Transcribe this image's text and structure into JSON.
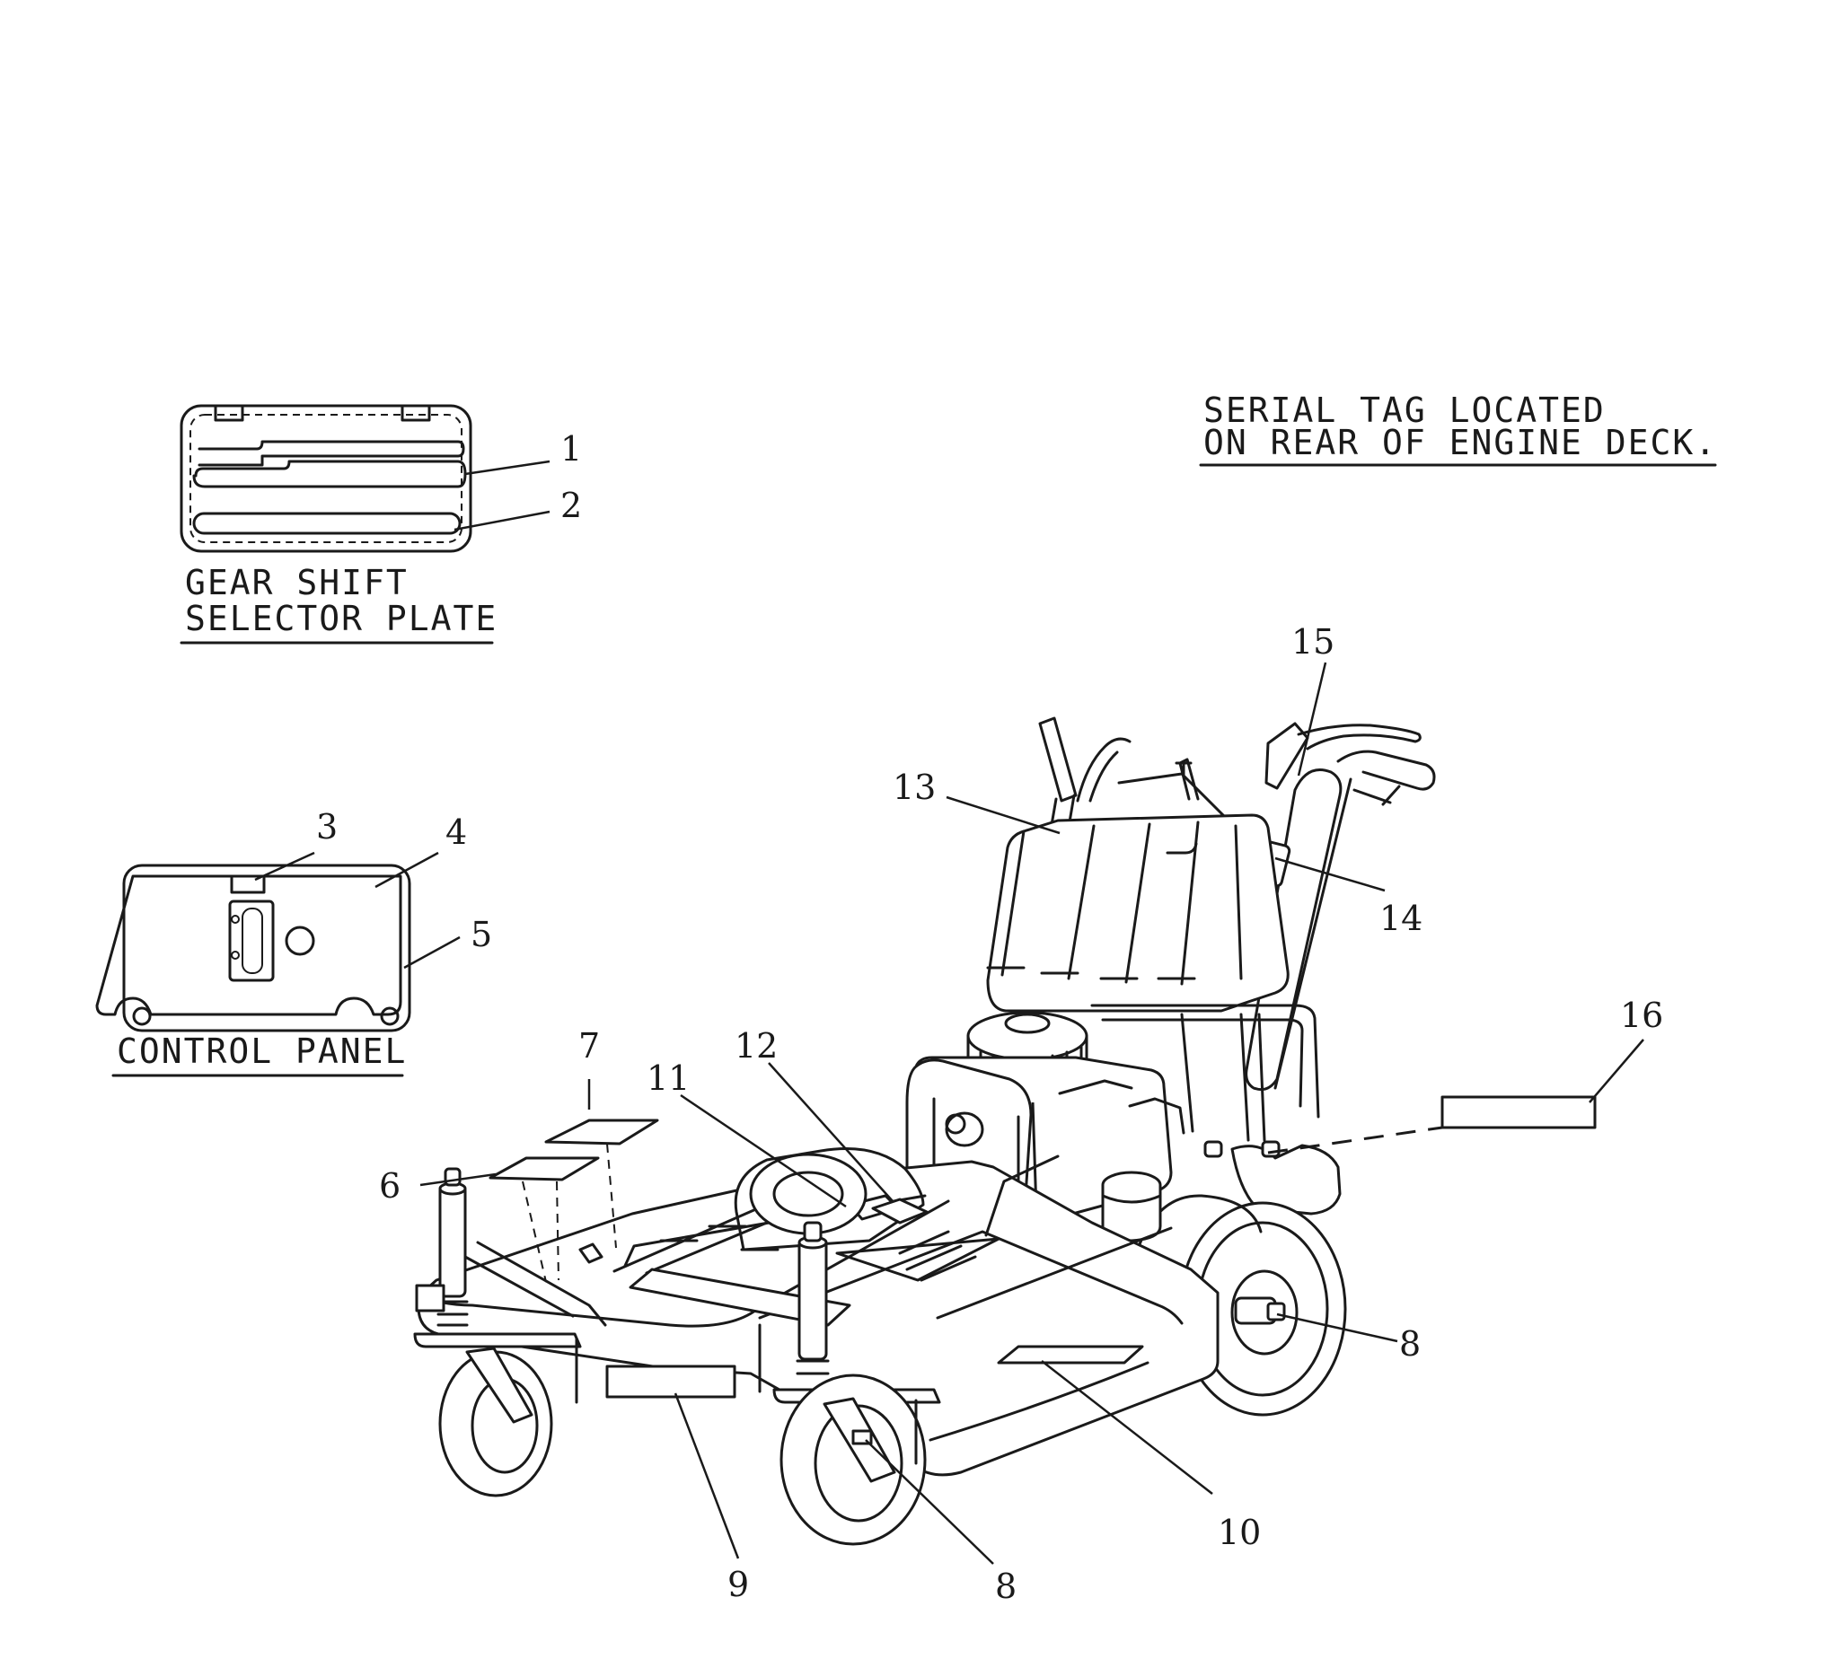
{
  "captions": {
    "serial_line1": "SERIAL TAG LOCATED",
    "serial_line2": "ON REAR OF ENGINE DECK.",
    "gear_line1": "GEAR SHIFT",
    "gear_line2": "SELECTOR PLATE",
    "control_panel": "CONTROL PANEL"
  },
  "callouts": {
    "c1": "1",
    "c2": "2",
    "c3": "3",
    "c4": "4",
    "c5": "5",
    "c6": "6",
    "c7": "7",
    "c8a": "8",
    "c8b": "8",
    "c9": "9",
    "c10": "10",
    "c11": "11",
    "c12": "12",
    "c13": "13",
    "c14": "14",
    "c15": "15",
    "c16": "16"
  }
}
